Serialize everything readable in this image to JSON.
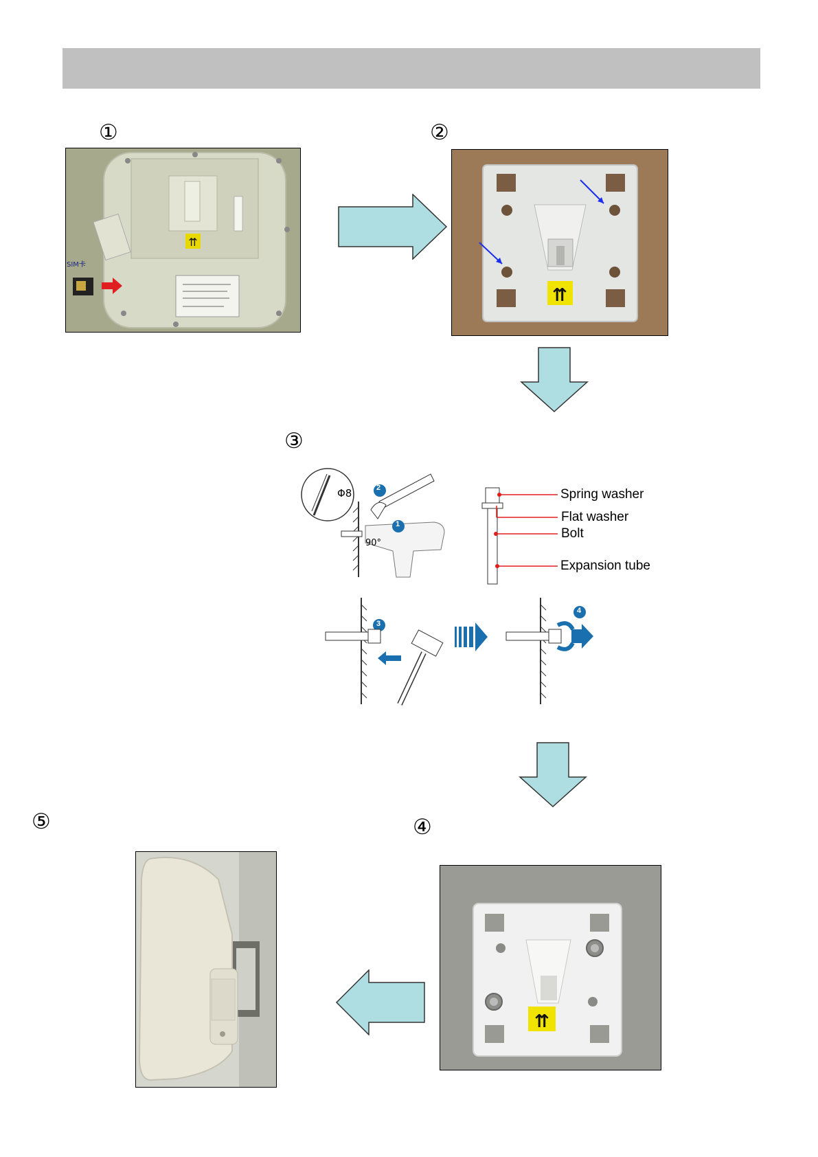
{
  "header": {
    "title": ""
  },
  "steps": {
    "s1": "①",
    "s2": "②",
    "s3": "③",
    "s4": "④",
    "s5": "⑤"
  },
  "step1": {
    "sim_label": "SIM卡"
  },
  "step3": {
    "drill_size": "Φ8",
    "angle": "90°",
    "markers": [
      "1",
      "2",
      "3",
      "4"
    ],
    "labels": {
      "spring_washer": "Spring washer",
      "flat_washer": "Flat washer",
      "bolt": "Bolt",
      "expansion_tube": "Expansion tube"
    }
  },
  "colors": {
    "flow_arrow": "#aedde2",
    "marker_blue": "#1a6fae",
    "leader_red": "#e01e1e",
    "label_yellow": "#f2e600"
  },
  "icons": [
    "right-arrow-icon",
    "down-arrow-icon",
    "left-arrow-icon",
    "hammer-icon",
    "drill-icon",
    "rotate-icon"
  ]
}
